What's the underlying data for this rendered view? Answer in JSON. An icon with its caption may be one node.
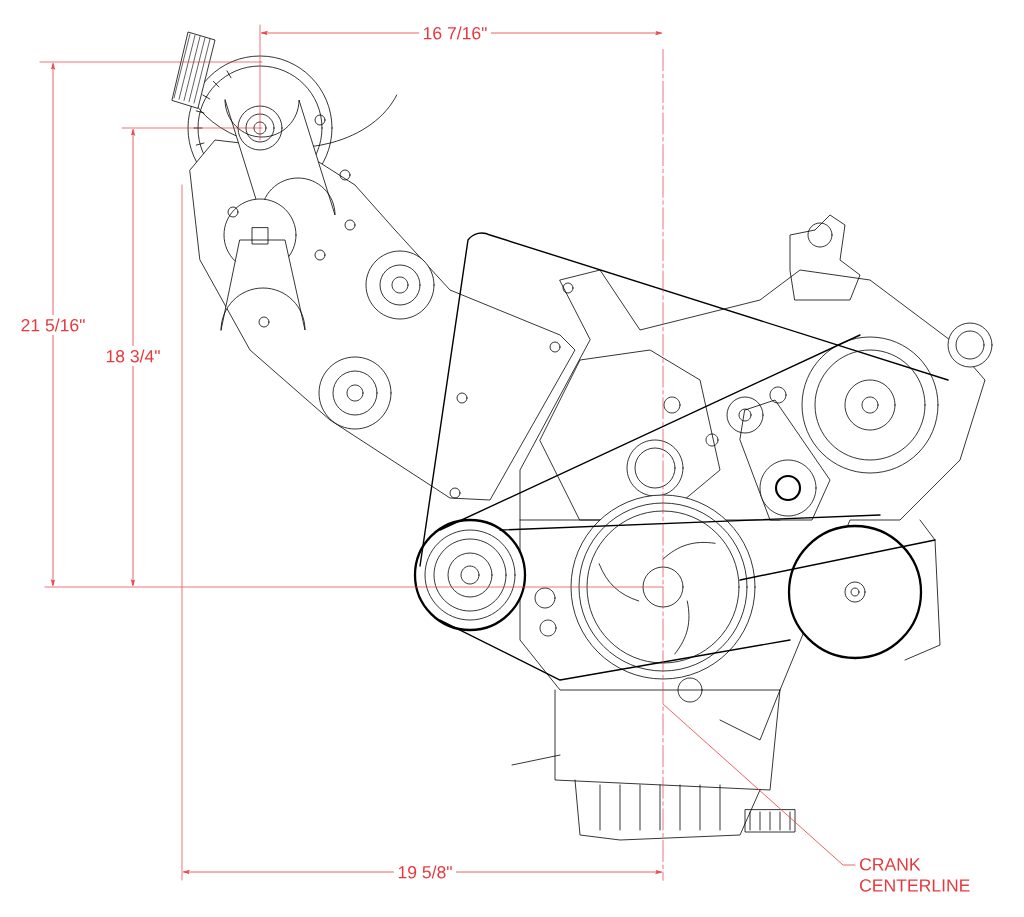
{
  "diagram": {
    "nodes": [
      {
        "text": [
          "CRANK CENTERLINE"
        ]
      },
      {
        "text": [],
        "shape": "bar"
      }
    ],
    "edges": [
      {
        "from": 0,
        "to": 1,
        "arrow": "none"
      }
    ],
    "labels": [
      "16 7/16\"",
      "21 5/16\"",
      "18 3/4\"",
      "19 5/8\""
    ]
  }
}
